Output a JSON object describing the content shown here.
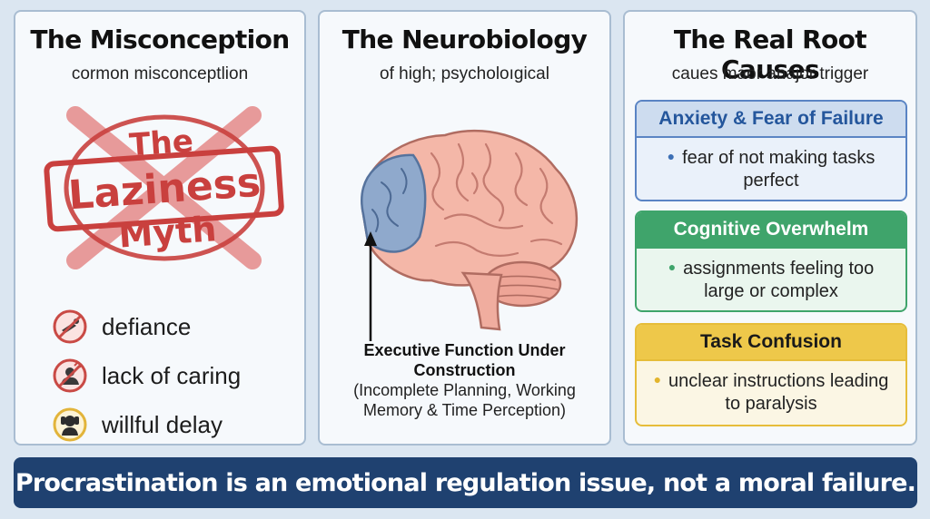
{
  "panels": {
    "misconception": {
      "title": "The Misconception",
      "subtitle": "cormon misconceptlion",
      "stamp": [
        "The",
        "Laziness",
        "Myth"
      ],
      "items": [
        {
          "label": "defiance",
          "icon": "no-defiance-icon"
        },
        {
          "label": "lack of caring",
          "icon": "no-caring-icon"
        },
        {
          "label": "willful delay",
          "icon": "covered-ears-icon"
        }
      ]
    },
    "neurobiology": {
      "title": "The Neurobiology",
      "subtitle": "of high; psycholoıgical",
      "callout_title": "Executive Function Under Construction",
      "callout_desc": "(Incomplete Planning, Working Memory & Time Perception)"
    },
    "root_causes": {
      "title": "The Real Root Causes",
      "subtitle": "caues maor anajor trigger",
      "causes": [
        {
          "title": "Anxiety & Fear of Failure",
          "text": "fear of not making tasks perfect",
          "color": "#5a84c4"
        },
        {
          "title": "Cognitive Overwhelm",
          "text": "assignments feeling too large or complex",
          "color": "#3fa46b"
        },
        {
          "title": "Task Confusion",
          "text": "unclear instructions leading to paralysis",
          "color": "#e6bd3a"
        }
      ]
    }
  },
  "banner": "Procrastination is an emotional regulation issue, not a moral failure."
}
